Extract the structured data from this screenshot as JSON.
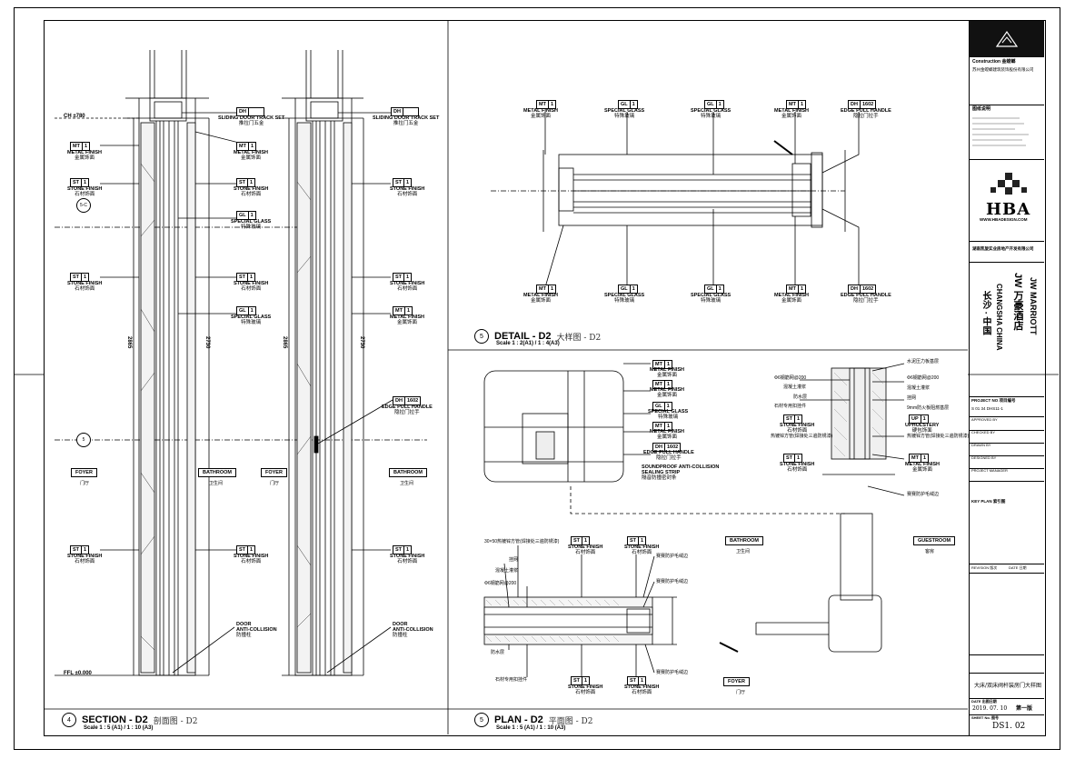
{
  "drawing": {
    "section": {
      "number": "4",
      "title": "SECTION - D2",
      "title_cn": "剖面图 - D2",
      "scale": "Scale 1 : 5 (A1) / 1 : 10 (A3)"
    },
    "detail": {
      "number": "5",
      "title": "DETAIL - D2",
      "title_cn": "大样图 - D2",
      "scale": "Scale 1 : 2(A1) / 1 : 4(A3)"
    },
    "plan": {
      "number": "5",
      "title": "PLAN - D2",
      "title_cn": "平面图 - D2",
      "scale": "Scale 1 : 5 (A1) / 1 : 10 (A3)"
    },
    "tags": {
      "mt": "MT",
      "st": "ST",
      "gl": "GL",
      "dh": "DH",
      "up": "UP",
      "one": "1",
      "dh_code": "1602"
    },
    "labels": {
      "metal_finish": "METAL FINISH",
      "metal_finish_cn": "金属饰面",
      "stone_finish": "STONE FINISH",
      "stone_finish_cn": "石材饰面",
      "special_glass": "SPECIAL GLASS",
      "special_glass_cn": "特殊玻璃",
      "edge_pull_handle": "EDGE PULL HANDLE",
      "edge_pull_handle_cn": "隐拉门拉手",
      "sliding_track": "SLIDING DOOR TRACK SET",
      "sliding_track_cn": "推拉门五金",
      "door_anti": "DOOR",
      "anti_collision": "ANTI-COLLISION",
      "anti_cn": "防撞柱",
      "soundproof": "SOUNDPROOF ANTI-COLLISION",
      "sealing": "SEALING STRIP",
      "soundproof_cn": "隔音防撞密封条",
      "upholstery": "UPHOLSTERY",
      "upholstery_cn": "硬包饰面",
      "ch": "CH ±780",
      "ffl": "FFL ±0.000",
      "dim_2865": "2865",
      "dim_2730": "2730",
      "conc_top": "水泥压力板基层",
      "rebar": "Φ6钢筋网@200",
      "concrete": "混凝土灌浆",
      "waterproof": "防水层",
      "mesh": "挂网",
      "stone_buckle": "石材专用扣挂件",
      "fireboard": "9mm防火板阻燃基层",
      "galv_tube": "热镀锌方管(焊接处三遍防锈漆)",
      "anti_strip": "赛赛防护毛绒边",
      "galv_30": "30×50热镀锌方管(焊接处三遍防锈漆)"
    },
    "rooms": {
      "foyer": "FOYER",
      "foyer_cn": "门厅",
      "bathroom": "BATHROOM",
      "bathroom_cn": "卫生间",
      "guestroom": "GUESTROOM",
      "guestroom_cn": "客房"
    },
    "markers": {
      "a": "5-C",
      "b": "5"
    }
  },
  "titleblock": {
    "contractor": "Construction 金螳螂",
    "contractor_addr": "苏州金螳螂建筑装饰股份有限公司",
    "notes": "图纸说明",
    "consultant": "HBA",
    "consultant_url": "WWW.HBADESIGN.COM",
    "developer": "湖南凯旋实业房地产开发有限公司",
    "project_en_1": "JW MARRIOTT",
    "project_en_2": "CHANGSHA CHINA",
    "project_cn_1": "JW 万豪酒店",
    "project_cn_2": "长沙 · 中国",
    "project_no_label": "PROJECT NO 项目编号",
    "project_no": "S 01 34 DHS11-1",
    "drawing_title": "大床/双床阀杆装房门大样图",
    "date_label": "DATE 出图日期",
    "date": "2019. 07. 10",
    "rev": "第一版",
    "sheet_label": "SHEET No. 图号",
    "sheet_no": "DS1. 02",
    "issue_rows": [
      "APPROVED BY",
      "CHECKED BY",
      "DRAWN BY",
      "DESIGNED BY",
      "PROJECT MANAGER"
    ],
    "key_plan": "KEY PLAN 索引图",
    "revision": "REVISION 版次",
    "date_col": "DATE 日期"
  }
}
